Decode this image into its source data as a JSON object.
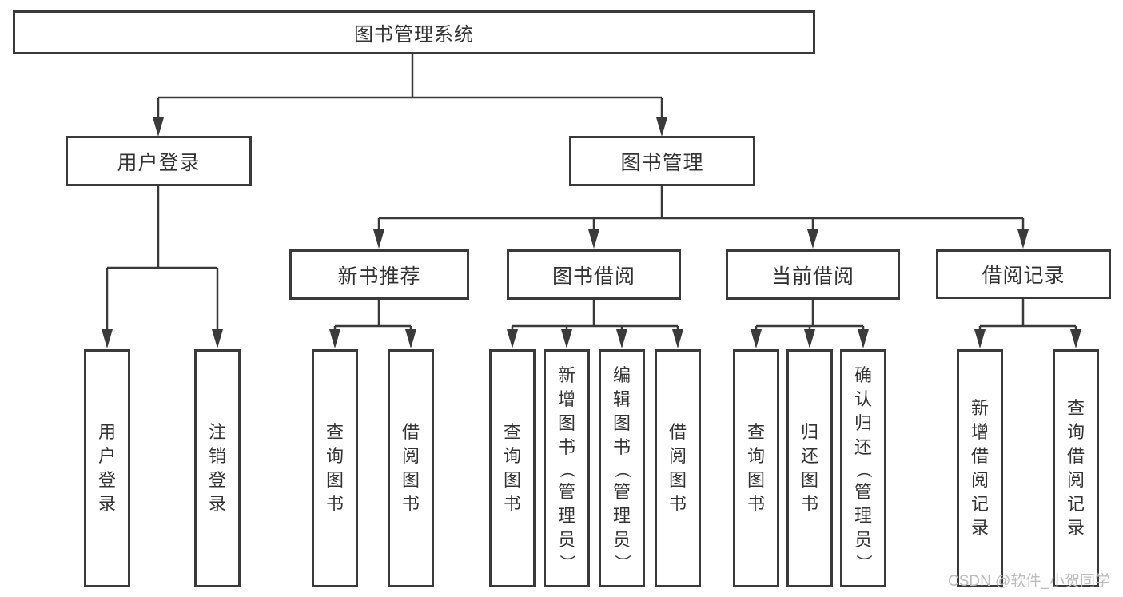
{
  "colors": {
    "line": "#3a3a3a",
    "text": "#333333",
    "watermark": "#bcbcbc",
    "background": "#ffffff"
  },
  "watermark": {
    "text": "CSDN @软件_小贺同学"
  },
  "tree": {
    "root": {
      "label": "图书管理系统"
    },
    "children": [
      {
        "label": "用户登录",
        "children": [
          {
            "label": "用户登录"
          },
          {
            "label": "注销登录"
          }
        ]
      },
      {
        "label": "图书管理",
        "children": [
          {
            "label": "新书推荐",
            "children": [
              {
                "label": "查询图书"
              },
              {
                "label": "借阅图书"
              }
            ]
          },
          {
            "label": "图书借阅",
            "children": [
              {
                "label": "查询图书"
              },
              {
                "label": "新增图书（管理员）"
              },
              {
                "label": "编辑图书（管理员）"
              },
              {
                "label": "借阅图书"
              }
            ]
          },
          {
            "label": "当前借阅",
            "children": [
              {
                "label": "查询图书"
              },
              {
                "label": "归还图书"
              },
              {
                "label": "确认归还（管理员）"
              }
            ]
          },
          {
            "label": "借阅记录",
            "children": [
              {
                "label": "新增借阅记录"
              },
              {
                "label": "查询借阅记录"
              }
            ]
          }
        ]
      }
    ]
  }
}
